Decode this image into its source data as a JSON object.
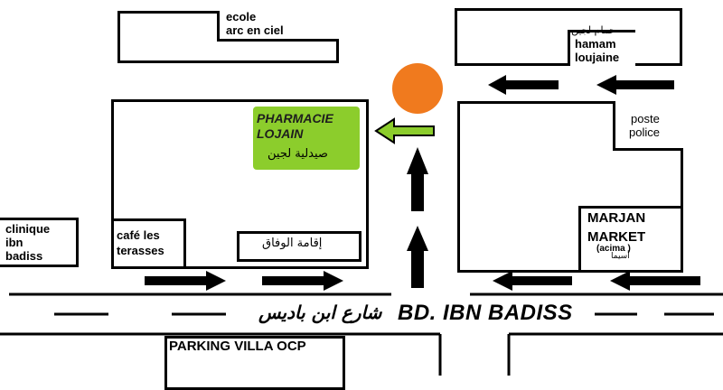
{
  "places": {
    "ecole": [
      "ecole",
      "arc en ciel"
    ],
    "hamam": [
      "حمام لجين",
      "hamam",
      "loujaine"
    ],
    "pharmacie": [
      "PHARMACIE",
      "LOJAIN",
      "صيدلية لجين"
    ],
    "poste": [
      "poste",
      "police"
    ],
    "clinique": [
      "clinique",
      "ibn",
      "badiss"
    ],
    "cafe": [
      "café les",
      "terasses"
    ],
    "iqama": "إقامة الوفاق",
    "marjan": [
      "MARJAN",
      "MARKET",
      "(acima )",
      "أسيما"
    ],
    "parking": "PARKING VILLA OCP"
  },
  "road": {
    "name_arabic": "شارع ابن باديس",
    "name_latin": "BD. IBN BADISS"
  },
  "colors": {
    "pharmacy_fill": "#8ccd2c",
    "roundabout": "#f07a1e",
    "lines": "#000000"
  }
}
